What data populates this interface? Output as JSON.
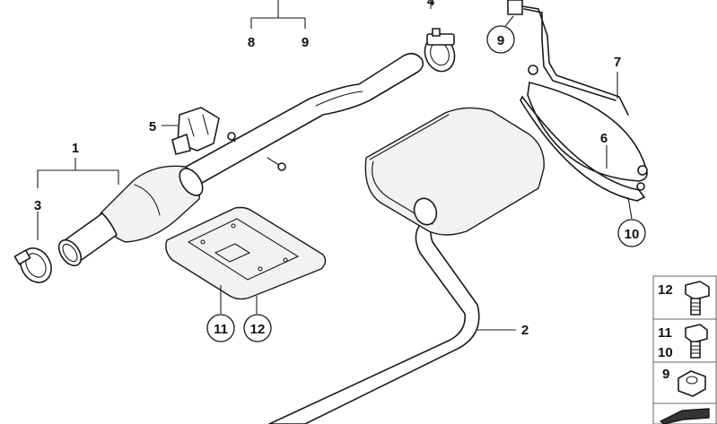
{
  "callouts": {
    "c1": "1",
    "c2": "2",
    "c3": "3",
    "c4": "4",
    "c5": "5",
    "c6": "6",
    "c7": "7",
    "c8": "8",
    "c9_top": "9",
    "c9_circle": "9",
    "c10_circle": "10",
    "c11_circle": "11",
    "c12_circle": "12"
  },
  "legend": {
    "row1_top": "12",
    "row2_top": "11",
    "row2_bottom": "10",
    "row3_top": "9"
  }
}
